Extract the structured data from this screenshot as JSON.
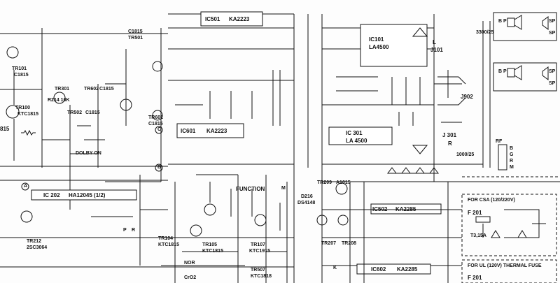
{
  "diagram": {
    "transistors": {
      "tr101": "TR101",
      "tr101_type": "C1815",
      "tr100": "TR100",
      "tr100_type": "KTC1815",
      "tr301": "TR301",
      "tr602": "TR602",
      "tr602_type": "C1815",
      "tr501": "TR501",
      "tr501_type": "C1815",
      "tr502": "TR502",
      "tr502_type": "C1815",
      "tr601": "TR601",
      "tr601_type": "C1815",
      "tr212": "TR212",
      "tr212_type": "2SC3064",
      "tr104": "TR104",
      "tr104_type": "KTC1815",
      "tr105": "TR105",
      "tr105_type": "KTC1815",
      "tr107": "TR107",
      "tr107_type": "KTC1915",
      "tr209": "TR209",
      "tr209_type": "A1015",
      "tr207": "TR207",
      "tr208": "TR208",
      "tr507": "TR507",
      "tr507_type": "KTC1818",
      "c1815_top": "C1815",
      "c1815_left": "815"
    },
    "ics": {
      "ic501": "IC501",
      "ic501_type": "KA2223",
      "ic601": "IC601",
      "ic601_type": "KA2223",
      "ic101": "IC101",
      "ic101_type": "LA4500",
      "ic301": "IC 301",
      "ic301_type": "LA 4500",
      "ic202": "IC 202",
      "ic202_type": "HA12045 (1/2)",
      "ic502": "IC502",
      "ic502_type": "KA2285",
      "ic602": "IC602",
      "ic602_type": "KA2285"
    },
    "jacks": {
      "j101": "J101",
      "j301": "J 301",
      "j902": "J902",
      "l": "L",
      "r": "R"
    },
    "speakers": {
      "bp": "B P",
      "sp": "SP"
    },
    "labels": {
      "function": "FUNCTION",
      "dolby": "DOLBY ON",
      "diode": "D216",
      "diode_type": "DS4148",
      "nor": "NOR",
      "cro2": "CrO2",
      "r214": "R214 10K",
      "rf": "RF",
      "rf_pins": [
        "B",
        "G",
        "R",
        "M"
      ],
      "pin_a": "A",
      "pin_b": "B",
      "pin_c": "C",
      "pin_k": "K",
      "pin_m": "M",
      "pin_p": "P",
      "pin_r": "R",
      "c_3300": "3300/25",
      "c_1000": "1000/25"
    },
    "fuse_csa": {
      "title": "FOR CSA (120/220V)",
      "fuse": "F 201",
      "rating": "T3,15A"
    },
    "fuse_ul": {
      "title": "FOR UL (120V) THERMAL FUSE",
      "fuse": "F 201"
    }
  }
}
